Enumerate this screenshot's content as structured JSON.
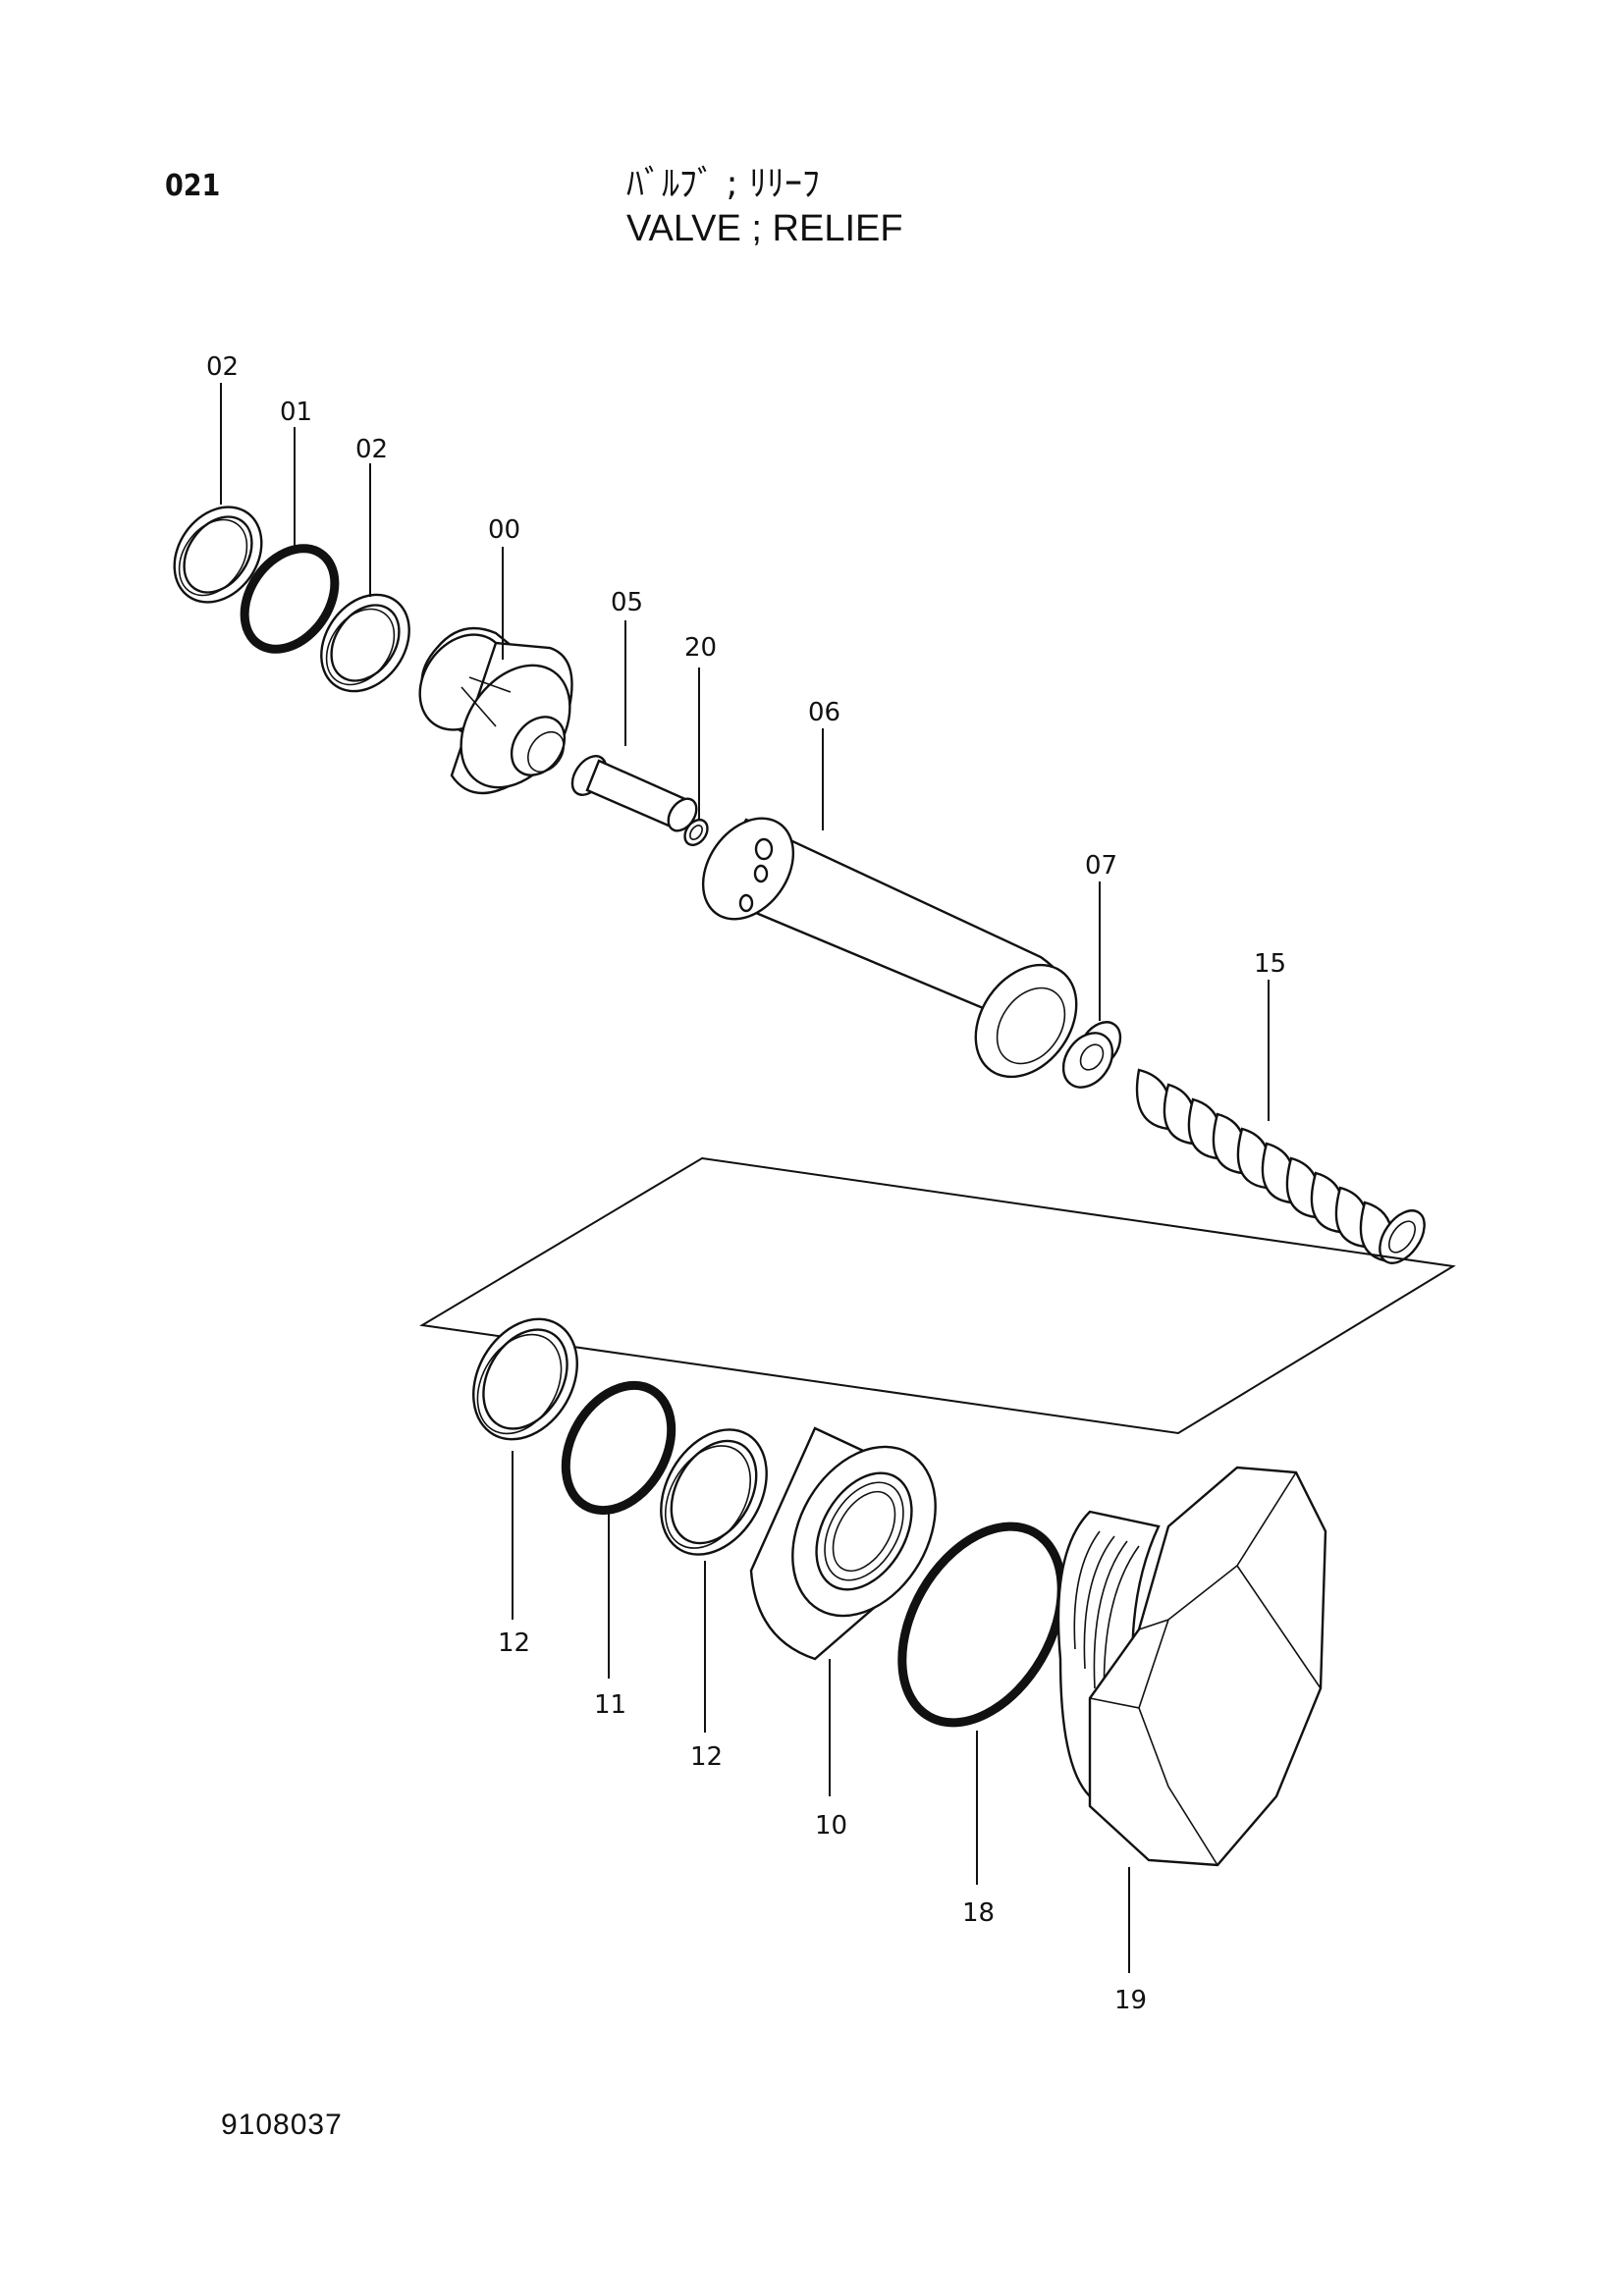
{
  "header": {
    "page_number": "021",
    "title_jp": "ﾊﾞﾙﾌﾞ ; ﾘﾘｰﾌ",
    "title_en": "VALVE ; RELIEF"
  },
  "footer": {
    "drawing_number": "9108037"
  },
  "callouts": {
    "c02a": "02",
    "c01": "01",
    "c02b": "02",
    "c00": "00",
    "c05": "05",
    "c20": "20",
    "c06": "06",
    "c07": "07",
    "c15": "15",
    "c12a": "12",
    "c11": "11",
    "c12b": "12",
    "c10": "10",
    "c18": "18",
    "c19": "19"
  }
}
